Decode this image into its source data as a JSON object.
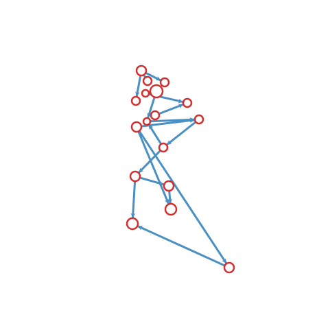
{
  "graph": {
    "edge_color": "#4a90c2",
    "node_stroke": "#d32f2f",
    "node_fill": "#ffffff",
    "nodes": [
      {
        "id": "n1"
      },
      {
        "id": "n2"
      },
      {
        "id": "n3"
      },
      {
        "id": "n4"
      },
      {
        "id": "n5"
      },
      {
        "id": "n6"
      },
      {
        "id": "n7"
      },
      {
        "id": "n8"
      },
      {
        "id": "n9"
      },
      {
        "id": "n10"
      },
      {
        "id": "n11"
      },
      {
        "id": "n12"
      },
      {
        "id": "n13"
      },
      {
        "id": "n14"
      },
      {
        "id": "n15"
      },
      {
        "id": "n16"
      },
      {
        "id": "n17"
      }
    ],
    "edges": [
      {
        "from": "n1",
        "to": "n3"
      },
      {
        "from": "n1",
        "to": "n5"
      },
      {
        "from": "n2",
        "to": "n1"
      },
      {
        "from": "n6",
        "to": "n7"
      },
      {
        "from": "n8",
        "to": "n7"
      },
      {
        "from": "n4",
        "to": "n9"
      },
      {
        "from": "n9",
        "to": "n10"
      },
      {
        "from": "n11",
        "to": "n10"
      },
      {
        "from": "n10",
        "to": "n12"
      },
      {
        "from": "n12",
        "to": "n13"
      },
      {
        "from": "n13",
        "to": "n14"
      },
      {
        "from": "n14",
        "to": "n16"
      },
      {
        "from": "n13",
        "to": "n15"
      },
      {
        "from": "n11",
        "to": "n17"
      },
      {
        "from": "n17",
        "to": "n15"
      },
      {
        "from": "n11",
        "to": "n16"
      },
      {
        "from": "n12",
        "to": "n9"
      }
    ]
  }
}
